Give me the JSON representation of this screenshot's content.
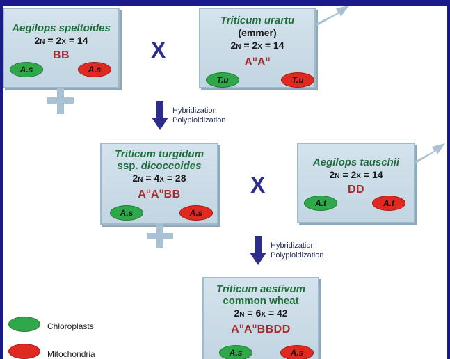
{
  "boxes": {
    "speltoides": {
      "species": "Aegilops speltoides",
      "ploidy": {
        "n_prefix": "2",
        "n_sc": "N",
        "mid": " = 2",
        "x_sc": "X",
        "suffix": " = 14"
      },
      "genome": "BB",
      "chloroplast": "A.s",
      "mitochondria": "A.s"
    },
    "urartu": {
      "species": "Triticum urartu",
      "subtitle": "(emmer)",
      "ploidy": {
        "n_prefix": "2",
        "n_sc": "N",
        "mid": " = 2",
        "x_sc": "X",
        "suffix": " = 14"
      },
      "genome_parts": [
        "A",
        "u",
        "A",
        "u"
      ],
      "chloroplast": "T.u",
      "mitochondria": "T.u"
    },
    "turgidum": {
      "species": "Triticum turgidum",
      "ssp_prefix": "ssp. ",
      "ssp_name": "dicoccoides",
      "ploidy": {
        "n_prefix": "2",
        "n_sc": "N",
        "mid": " = 4",
        "x_sc": "X",
        "suffix": " = 28"
      },
      "genome_parts": [
        "A",
        "u",
        "A",
        "u",
        "BB"
      ],
      "chloroplast": "A.s",
      "mitochondria": "A.s"
    },
    "tauschii": {
      "species": "Aegilops tauschii",
      "ploidy": {
        "n_prefix": "2",
        "n_sc": "N",
        "mid": " = 2",
        "x_sc": "X",
        "suffix": " = 14"
      },
      "genome": "DD",
      "chloroplast": "A.t",
      "mitochondria": "A.t"
    },
    "aestivum": {
      "species": "Triticum aestivum",
      "common_name": "common wheat",
      "ploidy": {
        "n_prefix": "2",
        "n_sc": "N",
        "mid": " = 6",
        "x_sc": "X",
        "suffix": " = 42"
      },
      "genome_parts": [
        "A",
        "u",
        "A",
        "u",
        "BBDD"
      ],
      "chloroplast": "A.s",
      "mitochondria": "A.s"
    }
  },
  "cross_symbol": "X",
  "step1": {
    "line1": "Hybridization",
    "line2": "Polyploidization"
  },
  "step2": {
    "line1": "Hybridization",
    "line2": "Polyploidization"
  },
  "legend": {
    "chloroplasts": "Chloroplasts",
    "mitochondria": "Mitochondria"
  },
  "colors": {
    "frame": "#1a1a8c",
    "box_fill": "#c8dae6",
    "species_text": "#1e6e3a",
    "genome_text": "#a32b2b",
    "chloroplast": "#2fa84a",
    "mitochondria": "#df2a22",
    "arrow": "#2c2c8c",
    "connector": "#a9c2d3"
  }
}
